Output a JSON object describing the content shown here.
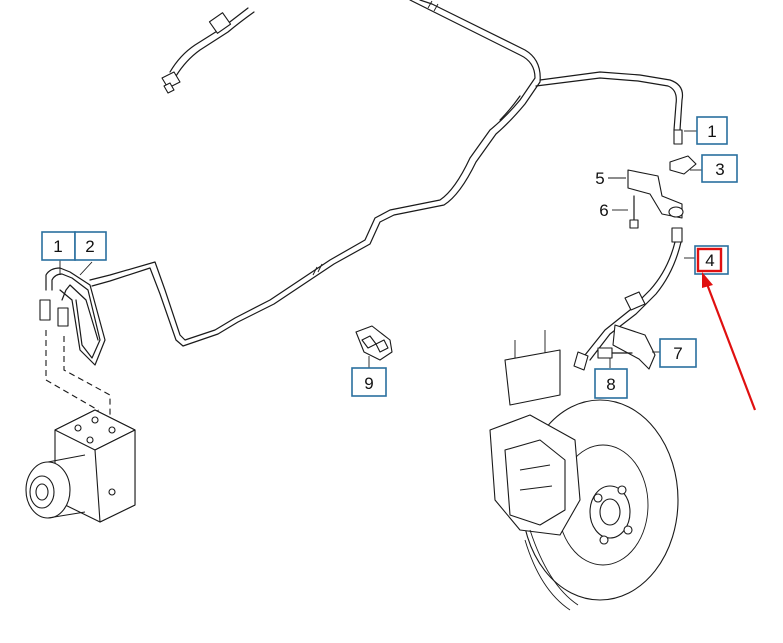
{
  "callouts": {
    "c1_right": "1",
    "c3": "3",
    "c4": "4",
    "c5": "5",
    "c6": "6",
    "c1_left": "1",
    "c2": "2",
    "c7": "7",
    "c8": "8",
    "c9": "9"
  },
  "highlight_color": "#e01010",
  "box_color": "#2a6f9e"
}
